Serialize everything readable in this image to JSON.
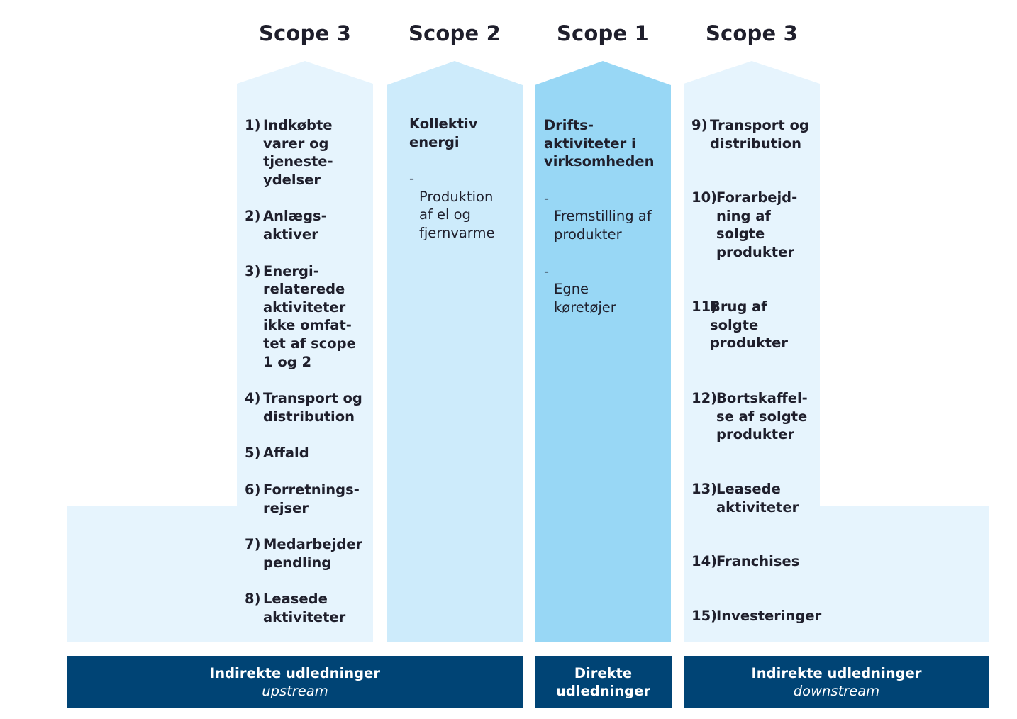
{
  "colors": {
    "scope3_fill": "#e6f4fd",
    "scope2_fill": "#cdebfb",
    "scope1_fill": "#98d7f5",
    "footer_bg": "#004475",
    "text": "#1f1f2c"
  },
  "headings": {
    "upstream": "Scope 3",
    "scope2": "Scope 2",
    "scope1": "Scope 1",
    "downstream": "Scope 3"
  },
  "upstream": {
    "items": [
      {
        "num": "1)",
        "text": "Indkøbte\nvarer og\ntjeneste-\nydelser"
      },
      {
        "num": "2)",
        "text": "Anlægs-\naktiver"
      },
      {
        "num": "3)",
        "text": "Energi-\nrelaterede\naktiviteter\nikke omfat-\ntet af scope\n1 og 2"
      },
      {
        "num": "4)",
        "text": "Transport og\ndistribution"
      },
      {
        "num": "5)",
        "text": "Affald"
      },
      {
        "num": "6)",
        "text": "Forretnings-\nrejser"
      },
      {
        "num": "7)",
        "text": "Medarbejder\npendling"
      },
      {
        "num": "8)",
        "text": "Leasede\naktiviteter"
      }
    ]
  },
  "scope2": {
    "title": "Kollektiv\nenergi",
    "sub": "Produktion\naf el og\nfjernvarme"
  },
  "scope1": {
    "title": "Drifts-\naktiviteter i\nvirksomheden",
    "sub1": "Fremstilling af\nprodukter",
    "sub2": "Egne\nkøretøjer"
  },
  "downstream": {
    "items": [
      {
        "num": "9)",
        "text": "Transport og\ndistribution"
      },
      {
        "num": "10)",
        "text": "Forarbejd-\nning af\nsolgte\nprodukter"
      },
      {
        "num": "11)",
        "text": "Brug af\nsolgte\nprodukter"
      },
      {
        "num": "12)",
        "text": "Bortskaffel-\nse af solgte\nprodukter"
      },
      {
        "num": "13)",
        "text": "Leasede\naktiviteter"
      },
      {
        "num": "14)",
        "text": "Franchises"
      },
      {
        "num": "15)",
        "text": "Investeringer"
      }
    ]
  },
  "footers": {
    "upstream": {
      "line1": "Indirekte udledninger",
      "line2": "upstream"
    },
    "direct": {
      "line1": "Direkte",
      "line2": "udledninger"
    },
    "downstream": {
      "line1": "Indirekte udledninger",
      "line2": "downstream"
    }
  }
}
